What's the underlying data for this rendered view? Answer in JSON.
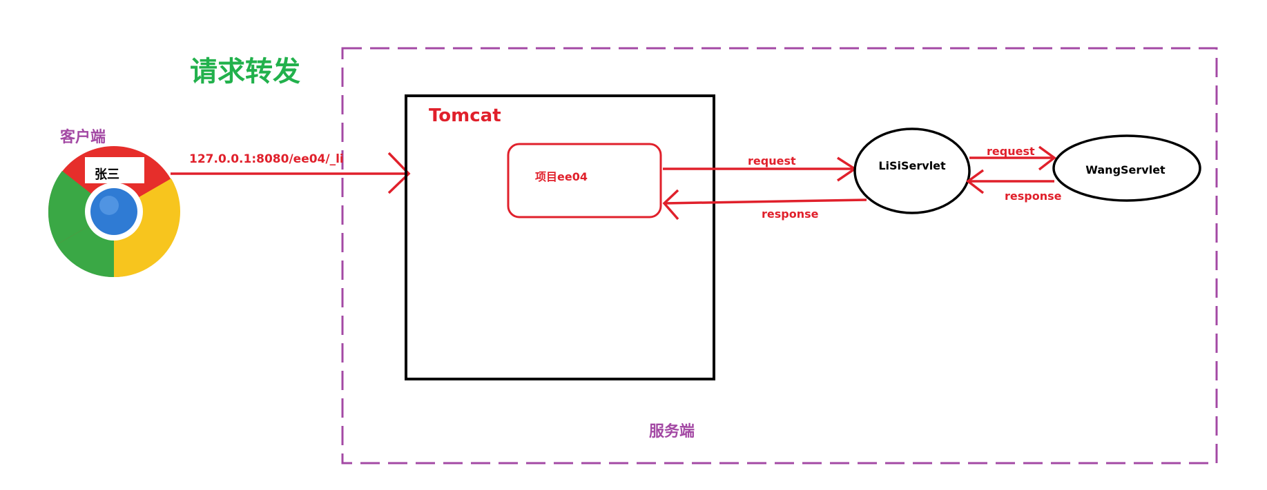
{
  "title": "请求转发",
  "client": {
    "label": "客户端",
    "user": "张三"
  },
  "request_url": "127.0.0.1:8080/ee04/_li",
  "server": {
    "label": "服务端"
  },
  "tomcat": {
    "label": "Tomcat"
  },
  "project": {
    "label": "项目ee04"
  },
  "lisi": {
    "label": "LiSiServlet"
  },
  "wang": {
    "label": "WangServlet"
  },
  "arrows": {
    "request_1": "request",
    "response_1": "response",
    "request_2": "request",
    "response_2": "response"
  },
  "colors": {
    "title": "#22b14c",
    "red": "#e0202b",
    "purple": "#a349a4",
    "black": "#000000"
  }
}
